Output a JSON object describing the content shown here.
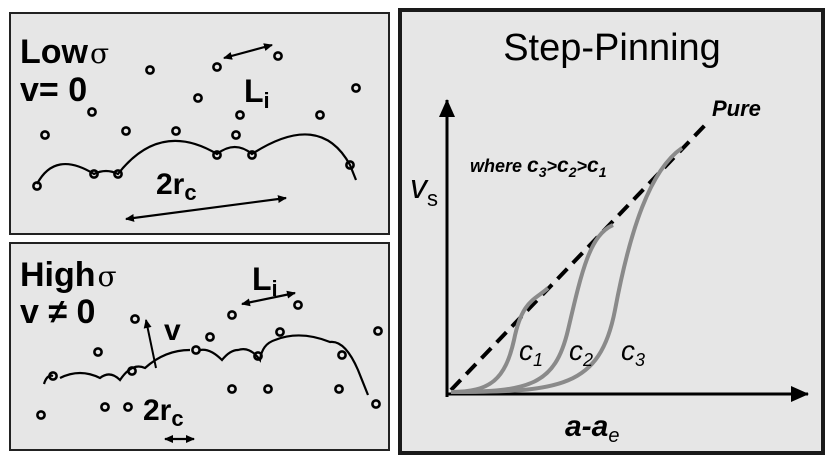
{
  "panels": {
    "low": {
      "label_line1": "Low",
      "sigma": "σ",
      "label_line2": "v= 0",
      "spacing_label": "L",
      "spacing_sub": "i",
      "radius_label": "2r",
      "radius_sub": "c"
    },
    "high": {
      "label_line1": "High",
      "sigma": "σ",
      "label_line2": "v ≠ 0",
      "spacing_label": "L",
      "spacing_sub": "i",
      "velocity_label": "v",
      "radius_label": "2r",
      "radius_sub": "c"
    },
    "graph": {
      "title": "Step-Pinning",
      "pure_label": "Pure",
      "condition_prefix": "where ",
      "condition_c3": "c",
      "condition_c3_sub": "3",
      "condition_gt1": ">",
      "condition_c2": "c",
      "condition_c2_sub": "2",
      "condition_gt2": ">",
      "condition_c1": "c",
      "condition_c1_sub": "1",
      "ylabel": "v",
      "ylabel_sub": "s",
      "xlabel_a": "a-a",
      "xlabel_sub": "e",
      "curve1": "c",
      "curve1_sub": "1",
      "curve2": "c",
      "curve2_sub": "2",
      "curve3": "c",
      "curve3_sub": "3"
    }
  },
  "colors": {
    "panel_bg": "#e6e6e6",
    "curve_gray": "#8a8a8a",
    "ink": "#000000"
  }
}
